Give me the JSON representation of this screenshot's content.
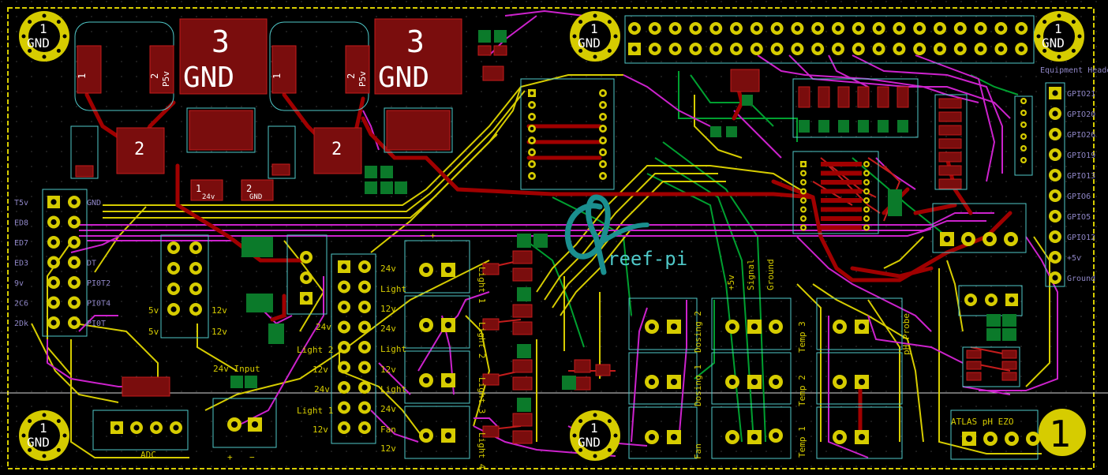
{
  "board": {
    "logo_text": "reef-pi",
    "colors": {
      "background": "#000000",
      "edge": "#d6cc00",
      "copper_top": "#a00000",
      "copper_bottom": "#00a030",
      "trace_yellow": "#d6cc00",
      "trace_magenta": "#cc22cc",
      "silkscreen": "#4fc8c8",
      "pad": "#d6cc00"
    }
  },
  "mount_holes": [
    {
      "num": "1",
      "net": "GND"
    },
    {
      "num": "1",
      "net": "GND"
    },
    {
      "num": "1",
      "net": "GND"
    },
    {
      "num": "1",
      "net": "GND"
    },
    {
      "num": "1",
      "net": "GND"
    },
    {
      "num": "1",
      "net": "GND"
    }
  ],
  "big_corner_label": "1",
  "regulators": {
    "left": {
      "pad1_num": "1",
      "pad2_num": "2",
      "pad2_net": "P5v",
      "pad3_num": "3",
      "pad3_net": "GND",
      "center_num": "2"
    },
    "right": {
      "pad1_num": "1",
      "pad2_num": "2",
      "pad2_net": "P5v",
      "pad3_num": "3",
      "pad3_net": "GND",
      "center_num": "2"
    }
  },
  "small_pads": {
    "p1": {
      "num": "1",
      "net": "24v"
    },
    "p2": {
      "num": "2",
      "net": "GND"
    }
  },
  "left_header": {
    "labels": [
      "T5v",
      "ED8",
      "ED7",
      "ED3",
      "9v",
      "2C6",
      "2Dk"
    ],
    "right_labels": [
      "GND",
      "",
      "DT",
      "PI0T2",
      "PI0T4",
      "PI0T"
    ]
  },
  "power_labels": {
    "five_v_a": "5v",
    "five_v_b": "5v",
    "twelve_a": "12v",
    "twelve_b": "12v"
  },
  "input": {
    "label": "24v Input",
    "plus": "+",
    "minus": "−",
    "minus_pair": "−   +"
  },
  "adc_label": "ADC",
  "light_column_labels": [
    "24v",
    "Light",
    "12v",
    "24v",
    "Light 2",
    "12v",
    "24v",
    "Light 1",
    "12v"
  ],
  "light_right_labels": [
    "24v",
    "Light",
    "12v",
    "Light",
    "24v",
    "Fan",
    "12v"
  ],
  "mosfet_labels": [
    "Light 1",
    "Light 2",
    "Light 3",
    "Light 4"
  ],
  "term_labels": [
    "Fan",
    "Dosing 1",
    "Dosing 2",
    "+5v",
    "Signal",
    "Ground",
    "Temp 1",
    "Temp 2",
    "Temp 3",
    "pH Probe"
  ],
  "equipment_header": {
    "title": "Equipment Header",
    "pins": [
      "GPIO21",
      "GPIO20",
      "GPIO26",
      "GPIO19",
      "GPIO13",
      "GPIO6",
      "GPIO5",
      "GPIO12",
      "+5v",
      "Ground"
    ]
  },
  "atlas_label": "ATLAS pH EZO",
  "pi_header": {
    "columns": 20
  }
}
